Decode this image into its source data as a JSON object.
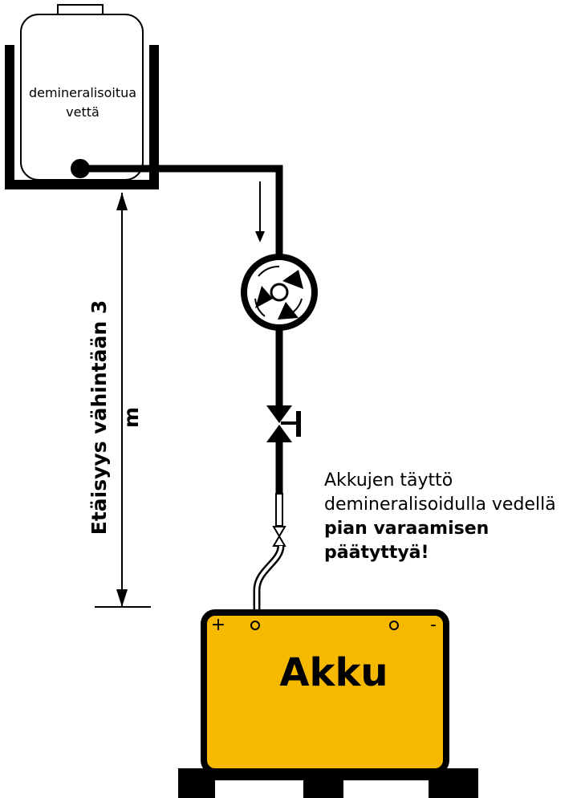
{
  "tank": {
    "label_line1": "demineralisoitua",
    "label_line2": "vettä"
  },
  "distance": {
    "label": "Etäisyys vähintään 3 m"
  },
  "note": {
    "line1": "Akkujen täyttö",
    "line2": "demineralisoidulla vedellä",
    "line3": "pian varaamisen päätyttyä!"
  },
  "battery": {
    "label": "Akku",
    "plus_symbol": "+",
    "minus_symbol": "-",
    "color": "#f7b800"
  }
}
